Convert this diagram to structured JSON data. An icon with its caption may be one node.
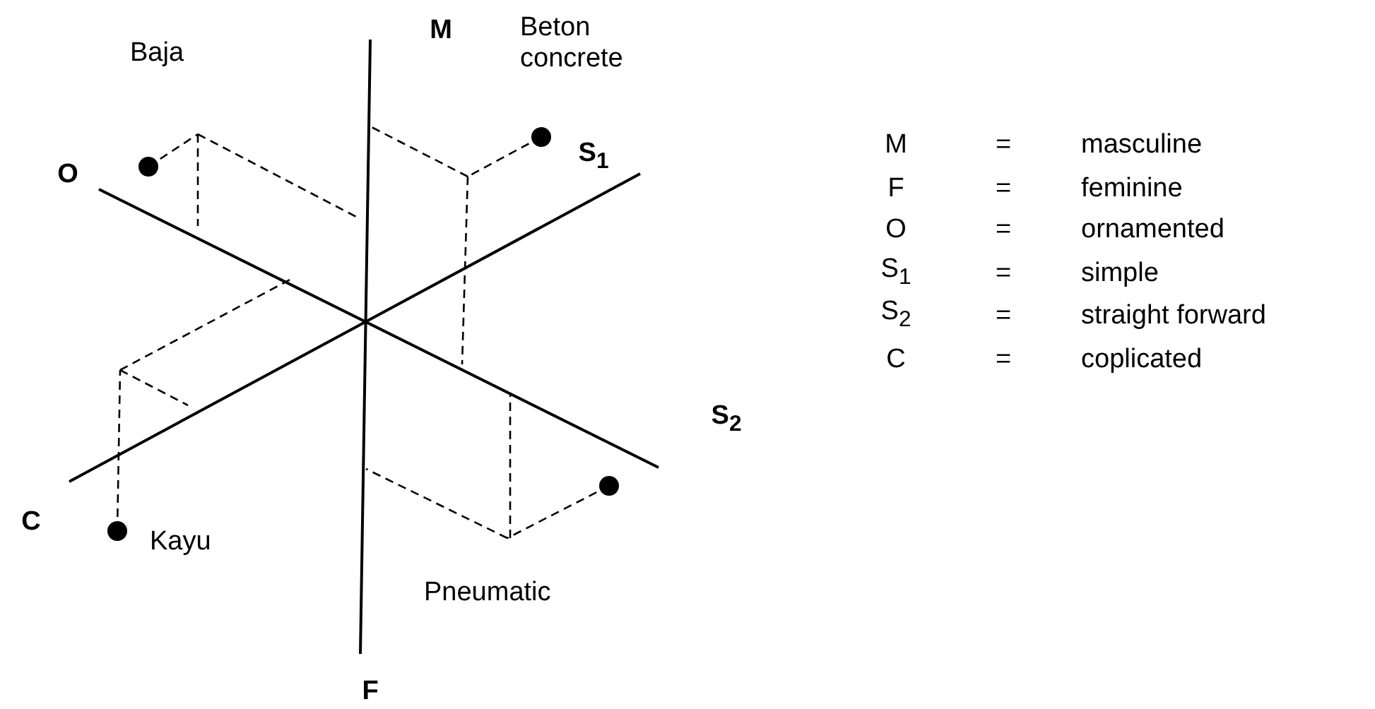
{
  "diagram": {
    "labels": [
      "M",
      "Beton concrete",
      "Baja",
      "O",
      "S$_{1}$",
      "S$_{2}$",
      "C",
      "Kayu",
      "Pneumatic",
      "F",
      "M",
      "=",
      "masculine",
      "F",
      "=",
      "feminine",
      "O",
      "=",
      "ornamented",
      "S$_{1}$",
      "=",
      "simple",
      "S$_{2}$",
      "=",
      "straight forward",
      "C",
      "=",
      "coplicated"
    ]
  }
}
